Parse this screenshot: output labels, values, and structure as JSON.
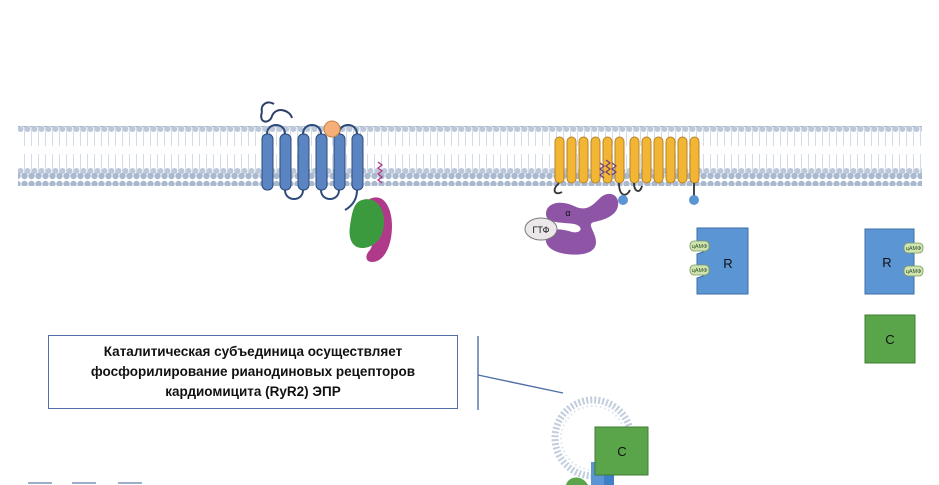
{
  "labels": {
    "gtp": "ГТФ",
    "alpha": "α",
    "camp": "цАМФ",
    "regulatory": "R",
    "catalytic": "C"
  },
  "caption": {
    "line1": "Каталитическая субъединица осуществляет",
    "line2": "фосфорилирование рианодиновых рецепторов",
    "line3": "кардиомицита (RyR2) ЭПР"
  },
  "colors": {
    "membrane_head": "#a9b9cf",
    "receptor_blue": "#5b84c2",
    "receptor_yellow": "#f2b534",
    "g_alpha": "#8e55a6",
    "pka_blue": "#5b95d4",
    "pka_green": "#5aa54a",
    "camp_green": "#cfe3b3",
    "arrestin_green": "#3c9a3e",
    "arrestin_magenta": "#b03a8a",
    "ligand_orange": "#f5b07a",
    "caption_border": "#4f6fa6"
  }
}
